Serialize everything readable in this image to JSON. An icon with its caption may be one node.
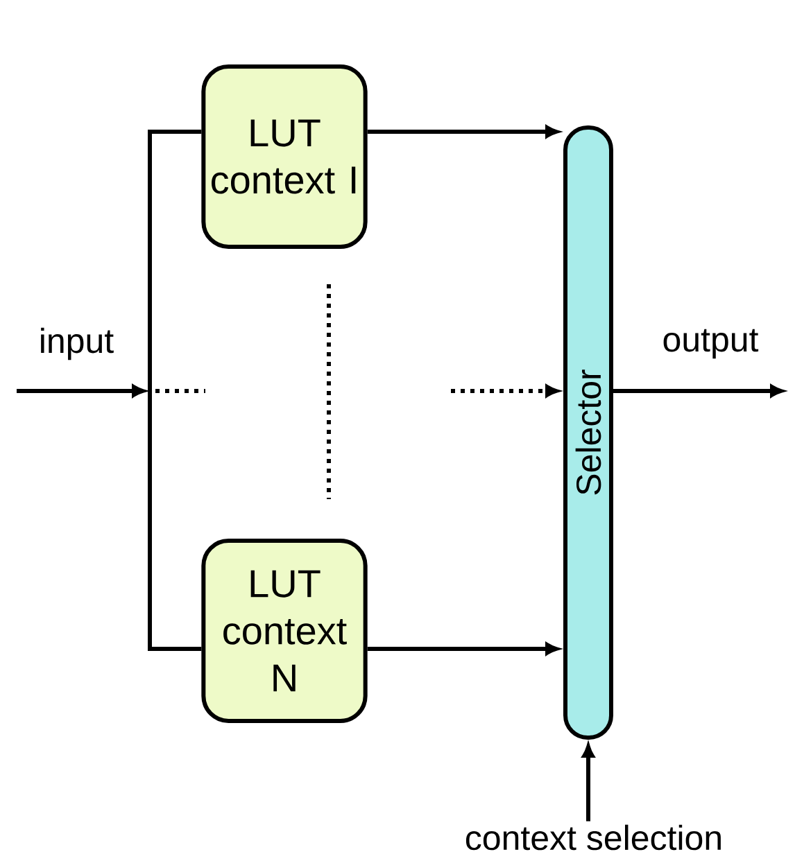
{
  "diagram": {
    "nodes": [
      {
        "text": [
          "LUT context I"
        ]
      },
      {
        "text": [
          "LUT context N"
        ]
      },
      {
        "text": [
          "Selector"
        ]
      },
      {
        "text": [
          "context selection"
        ]
      }
    ],
    "edges": [
      {
        "from": null,
        "to": 0,
        "arrow": "none",
        "label": "input"
      },
      {
        "from": null,
        "to": 1,
        "arrow": "none"
      },
      {
        "from": 0,
        "to": 2,
        "arrow": "to"
      },
      {
        "from": 1,
        "to": 2,
        "arrow": "to"
      },
      {
        "from": null,
        "to": 2,
        "arrow": "to",
        "style": "dashed"
      },
      {
        "from": 2,
        "to": null,
        "arrow": "to",
        "label": "output"
      },
      {
        "from": 3,
        "to": 2,
        "arrow": "to"
      }
    ]
  }
}
